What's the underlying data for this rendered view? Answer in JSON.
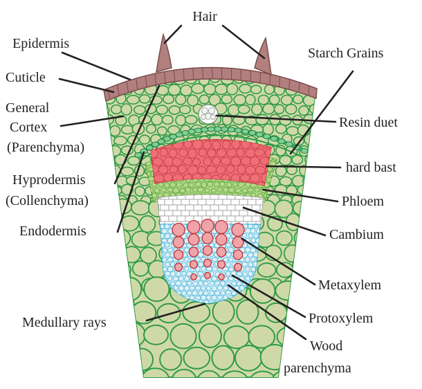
{
  "labels": {
    "hair": "Hair",
    "epidermis": "Epidermis",
    "starch_grains": "Starch Grains",
    "cuticle": "Cuticle",
    "general": "General",
    "cortex": "Cortex",
    "parenchyma_paren": "(Parenchyma)",
    "resin_duct": "Resin  duet",
    "hard_bast": "hard bast",
    "hypodermis": "Hyprodermis",
    "collenchyma_paren": "(Collenchyma)",
    "phloem": "Phloem",
    "endodermis": "Endodermis",
    "cambium": "Cambium",
    "metaxylem": "Metaxylem",
    "protoxylem": "Protoxylem",
    "medullary_rays": "Medullary rays",
    "wood": "Wood",
    "wood_parenchyma": "parenchyma"
  },
  "colors": {
    "cortex_fill": "#cfd9a8",
    "cell_wall": "#2f9a47",
    "epidermis": "#b27f7f",
    "epidermis_stroke": "#7a4a4a",
    "endodermis_band": "#3cae6a",
    "hard_bast": "#ef6f77",
    "phloem": "#b5d98a",
    "cambium": "#ffffff",
    "xylem_vessel": "#f1a4a8",
    "xylem_vessel_stroke": "#c0383f",
    "xylem_parenchyma": "#dff1f7",
    "xylem_parenchyma_stroke": "#48b4d8",
    "leader_line": "#231f20"
  },
  "icons": [
    "hair-icon"
  ]
}
